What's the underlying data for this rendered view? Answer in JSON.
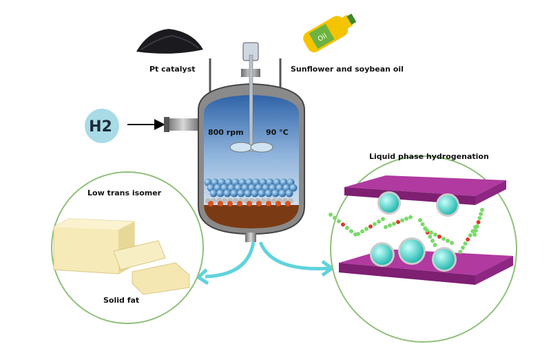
{
  "labels": {
    "catalyst": "Pt catalyst",
    "oil": "Sunflower and soybean oil",
    "hydrogen": "H2",
    "stirring": "800 rpm",
    "temperature": "90 °C",
    "process": "Liquid phase hydrogenation",
    "isomer": "Low trans isomer",
    "product": "Solid fat",
    "bottle_label": "Oil"
  },
  "colors": {
    "arrow": "#5fd3dc",
    "circle_border": "#8fbf7a",
    "catalyst_slab": "#9b2a8e",
    "pt_cluster": "#4fd6cf",
    "h2_badge": "#a8dbe6",
    "oil_bottle": "#f5c400"
  }
}
